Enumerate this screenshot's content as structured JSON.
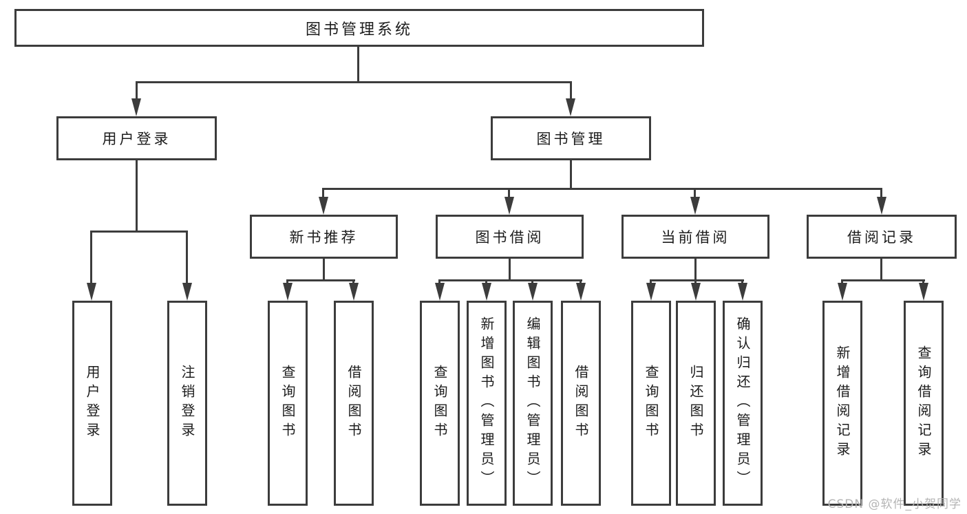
{
  "tree": {
    "root": {
      "label": "图书管理系统",
      "children": [
        {
          "label": "用户登录",
          "children": [
            {
              "label": "用户登录"
            },
            {
              "label": "注销登录"
            }
          ]
        },
        {
          "label": "图书管理",
          "children": [
            {
              "label": "新书推荐",
              "children": [
                {
                  "label": "查询图书"
                },
                {
                  "label": "借阅图书"
                }
              ]
            },
            {
              "label": "图书借阅",
              "children": [
                {
                  "label": "查询图书"
                },
                {
                  "label": "新增图书（管理员）"
                },
                {
                  "label": "编辑图书（管理员）"
                },
                {
                  "label": "借阅图书"
                }
              ]
            },
            {
              "label": "当前借阅",
              "children": [
                {
                  "label": "查询图书"
                },
                {
                  "label": "归还图书"
                },
                {
                  "label": "确认归还（管理员）"
                }
              ]
            },
            {
              "label": "借阅记录",
              "children": [
                {
                  "label": "新增借阅记录"
                },
                {
                  "label": "查询借阅记录"
                }
              ]
            }
          ]
        }
      ]
    }
  },
  "watermark": "CSDN @软件_小贺同学",
  "colors": {
    "line": "#3c3c3c",
    "text": "#1c1c1c",
    "watermark_gray": "#b4b4b4",
    "background": "#ffffff"
  }
}
